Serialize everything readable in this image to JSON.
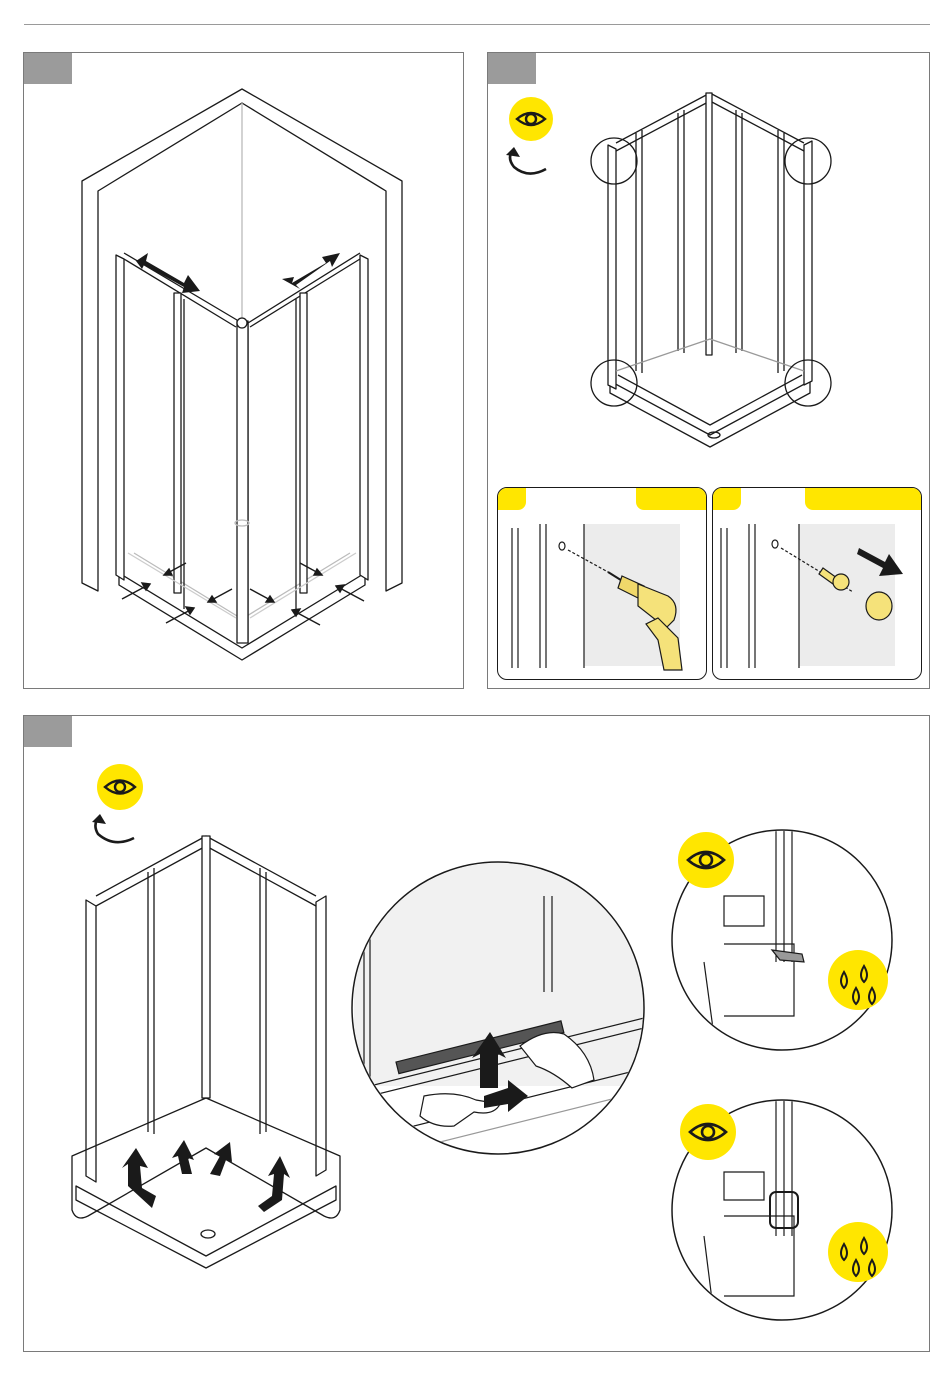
{
  "colors": {
    "accent": "#ffe600",
    "step_tab": "#9b9b9b",
    "line": "#1a1a1a",
    "frame": "#7a7a7a"
  },
  "icons": {
    "inspect": "eye-icon",
    "rotate": "rotate-arrow-icon",
    "water": "water-drops-icon",
    "drill": "drill-icon",
    "push": "arrow-icon"
  },
  "panels": [
    {
      "name": "step-a",
      "tab": ""
    },
    {
      "name": "step-b",
      "tab": ""
    },
    {
      "name": "step-c",
      "tab": ""
    }
  ]
}
